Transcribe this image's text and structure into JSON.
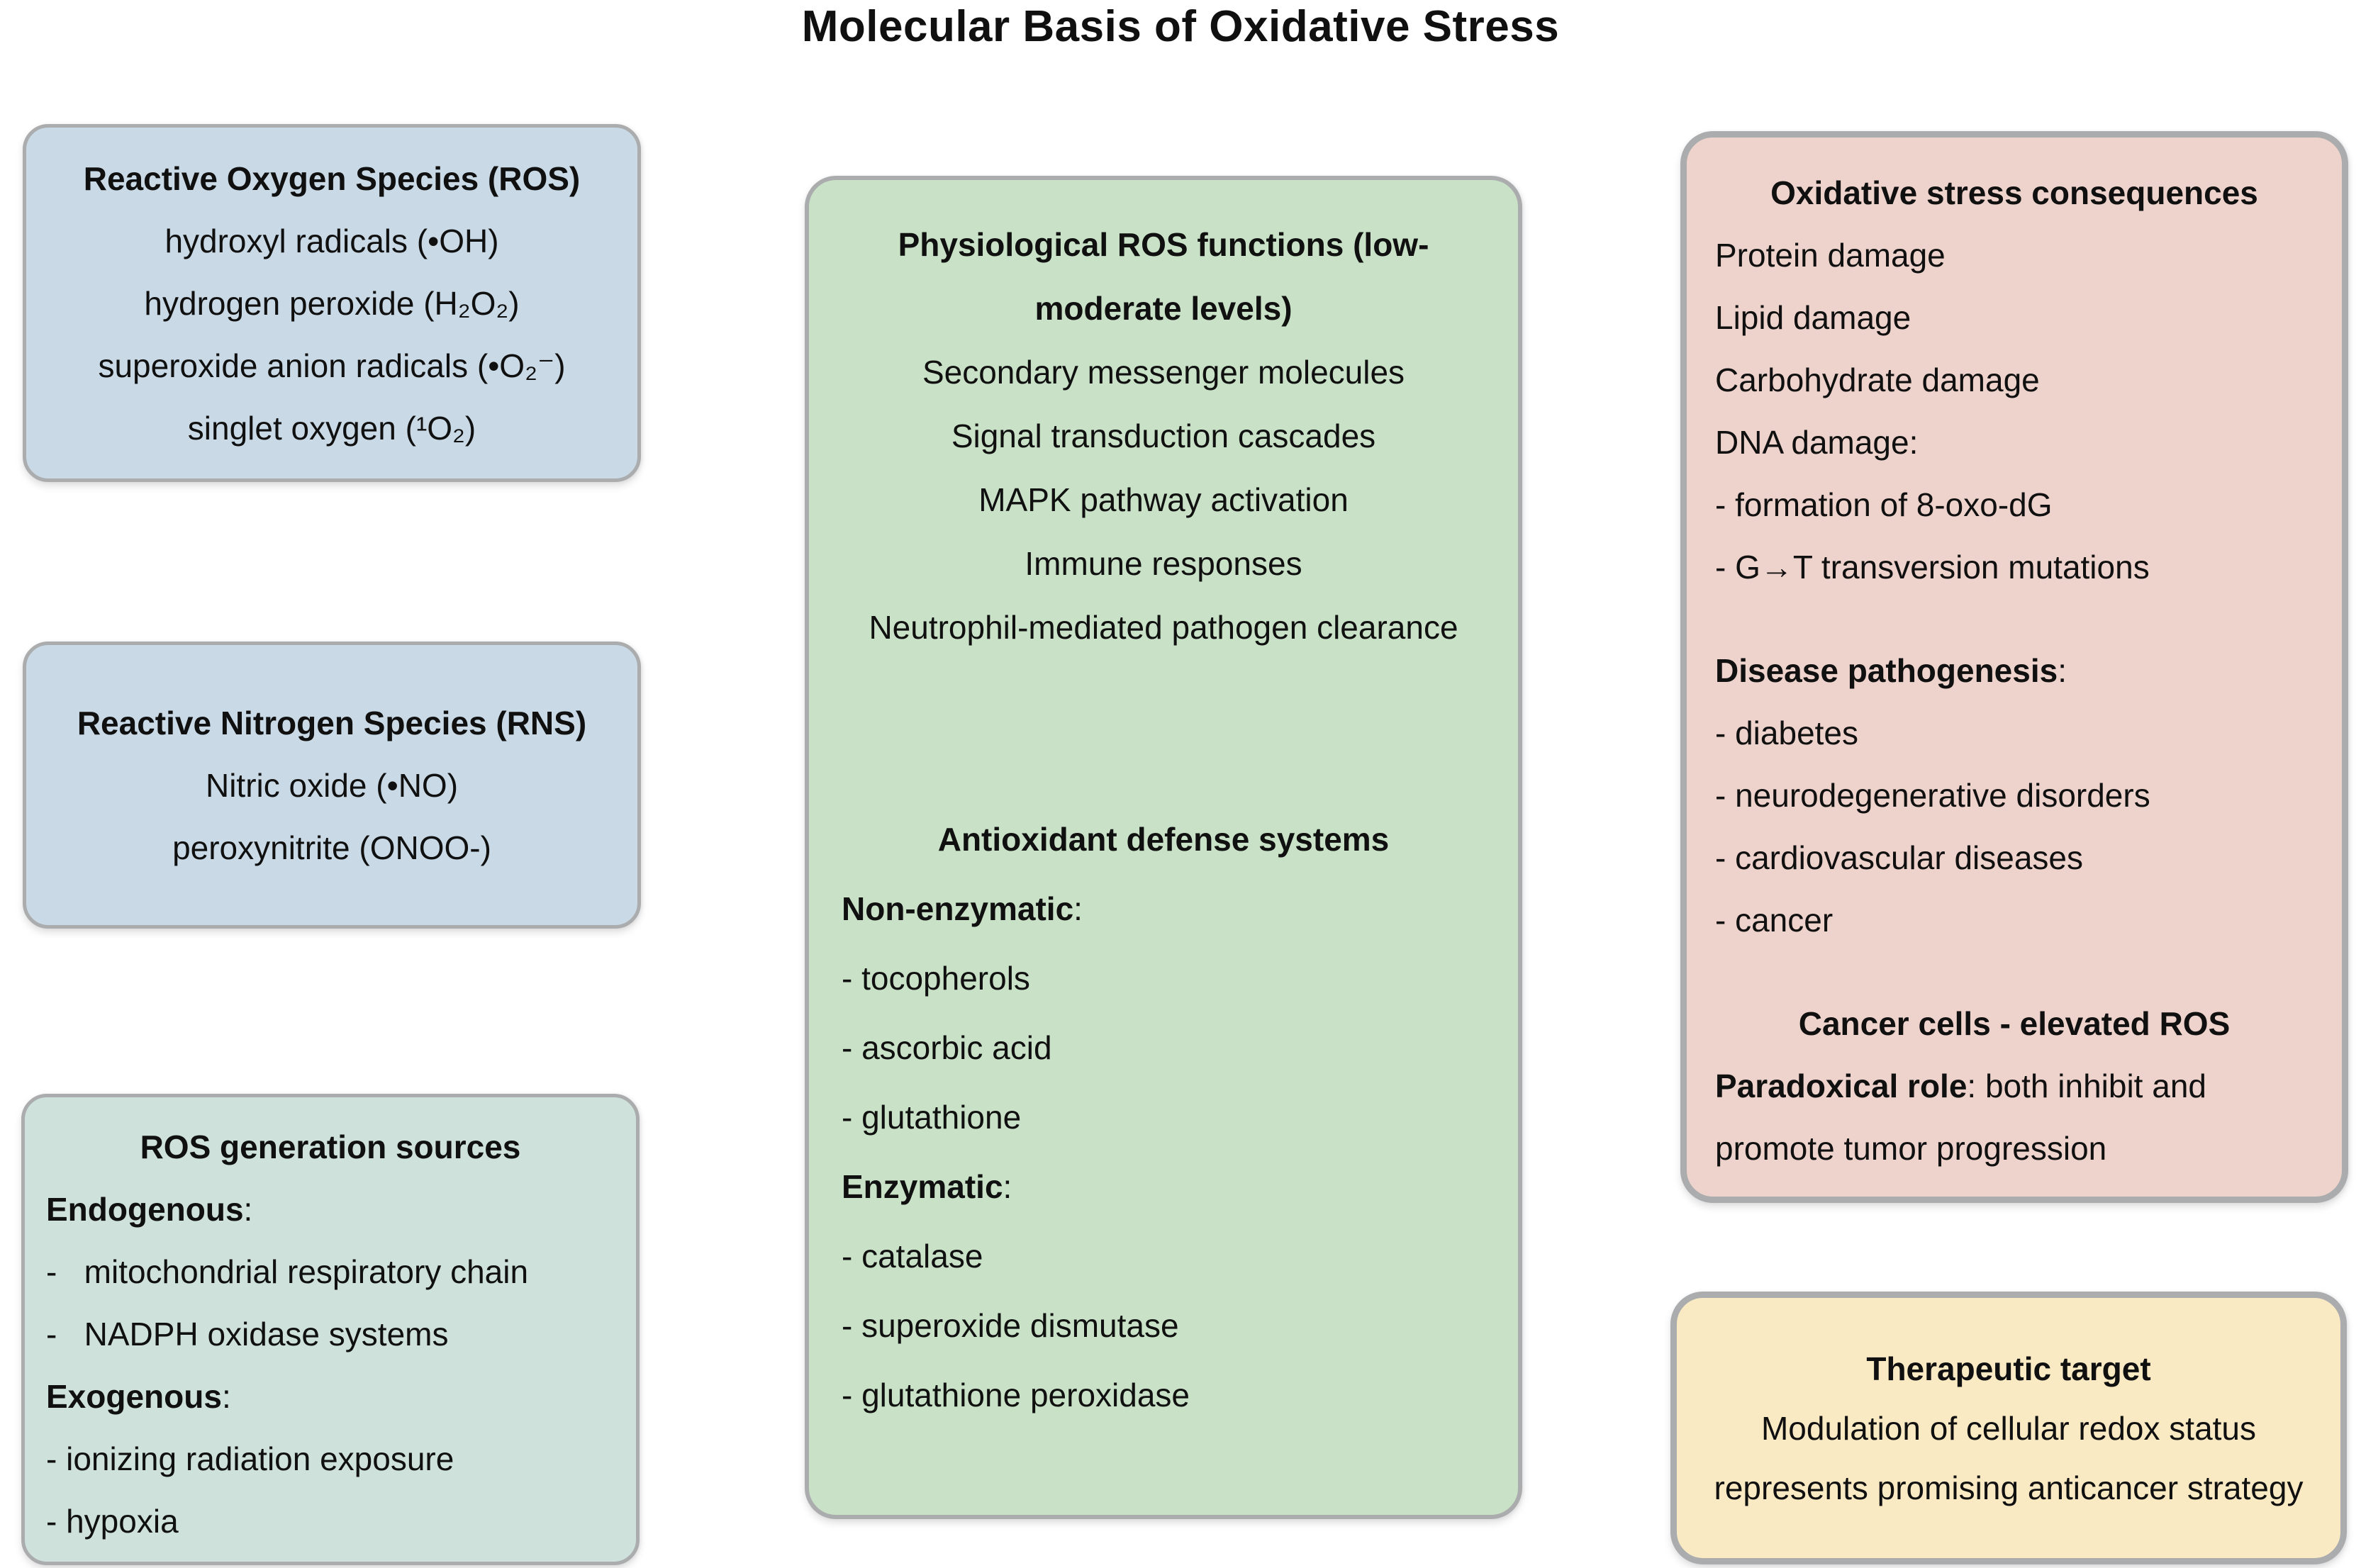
{
  "title": "Molecular Basis of Oxidative Stress",
  "colors": {
    "page_background": "#ffffff",
    "text": "#101010",
    "box_border": "#abacad",
    "blue": "#c9dae6",
    "teal": "#cee1db",
    "green": "#c9e2c7",
    "pink": "#eed3cc",
    "yellow": "#faeac4"
  },
  "boxes": {
    "ros": {
      "color": "#c9dae6",
      "sections": [
        {
          "lines": [
            {
              "align": "center",
              "bold": true,
              "text": "Reactive Oxygen Species (ROS)"
            },
            {
              "align": "center",
              "bold": false,
              "text": "hydroxyl radicals (•OH)"
            },
            {
              "align": "center",
              "bold": false,
              "text": "hydrogen peroxide (H₂O₂)"
            },
            {
              "align": "center",
              "bold": false,
              "text": "superoxide anion radicals (•O₂⁻)"
            },
            {
              "align": "center",
              "bold": false,
              "text": "singlet oxygen (¹O₂)"
            }
          ]
        }
      ]
    },
    "rns": {
      "color": "#c9dae6",
      "sections": [
        {
          "lines": [
            {
              "align": "center",
              "bold": true,
              "text": "Reactive Nitrogen Species (RNS)"
            },
            {
              "align": "center",
              "bold": false,
              "text": "Nitric oxide (•NO)"
            },
            {
              "align": "center",
              "bold": false,
              "text": "peroxynitrite (ONOO-)"
            }
          ]
        }
      ]
    },
    "sources": {
      "color": "#cee1db",
      "sections": [
        {
          "lines": [
            {
              "align": "center",
              "bold": true,
              "text": "ROS generation sources"
            },
            {
              "align": "left",
              "spans": [
                {
                  "text": "Endogenous",
                  "bold": true
                },
                {
                  "text": ":",
                  "bold": false
                }
              ]
            },
            {
              "align": "left",
              "bold": false,
              "text": "-   mitochondrial respiratory chain"
            },
            {
              "align": "left",
              "bold": false,
              "text": "-   NADPH oxidase systems"
            },
            {
              "align": "left",
              "spans": [
                {
                  "text": "Exogenous",
                  "bold": true
                },
                {
                  "text": ":",
                  "bold": false
                }
              ]
            },
            {
              "align": "left",
              "bold": false,
              "text": "- ionizing radiation exposure"
            },
            {
              "align": "left",
              "bold": false,
              "text": "- hypoxia"
            }
          ]
        }
      ]
    },
    "functions": {
      "color": "#c9e2c7",
      "sections": [
        {
          "lines": [
            {
              "align": "center",
              "bold": true,
              "text": "Physiological ROS functions (low-moderate levels)"
            },
            {
              "align": "center",
              "bold": false,
              "text": "Secondary messenger molecules"
            },
            {
              "align": "center",
              "bold": false,
              "text": "Signal transduction cascades"
            },
            {
              "align": "center",
              "bold": false,
              "text": "MAPK pathway activation"
            },
            {
              "align": "center",
              "bold": false,
              "text": "Immune responses"
            },
            {
              "align": "center",
              "bold": false,
              "text": "Neutrophil-mediated pathogen clearance"
            }
          ]
        },
        {
          "lines": [
            {
              "align": "center",
              "bold": true,
              "text": "Antioxidant defense systems"
            },
            {
              "align": "left",
              "spans": [
                {
                  "text": "Non-enzymatic",
                  "bold": true
                },
                {
                  "text": ":",
                  "bold": false
                }
              ]
            },
            {
              "align": "left",
              "bold": false,
              "text": "- tocopherols"
            },
            {
              "align": "left",
              "bold": false,
              "text": "- ascorbic acid"
            },
            {
              "align": "left",
              "bold": false,
              "text": "- glutathione"
            },
            {
              "align": "left",
              "spans": [
                {
                  "text": "Enzymatic",
                  "bold": true
                },
                {
                  "text": ":",
                  "bold": false
                }
              ]
            },
            {
              "align": "left",
              "bold": false,
              "text": "- catalase"
            },
            {
              "align": "left",
              "bold": false,
              "text": "- superoxide dismutase"
            },
            {
              "align": "left",
              "bold": false,
              "text": "- glutathione peroxidase"
            }
          ]
        }
      ]
    },
    "consequences": {
      "color": "#eed3cc",
      "sections": [
        {
          "lines": [
            {
              "align": "center",
              "bold": true,
              "text": "Oxidative stress consequences"
            },
            {
              "align": "left",
              "bold": false,
              "text": "Protein damage"
            },
            {
              "align": "left",
              "bold": false,
              "text": "Lipid damage"
            },
            {
              "align": "left",
              "bold": false,
              "text": "Carbohydrate damage"
            },
            {
              "align": "left",
              "bold": false,
              "text": "DNA damage:"
            },
            {
              "align": "left",
              "bold": false,
              "text": "- formation of 8-oxo-dG"
            },
            {
              "align": "left",
              "bold": false,
              "text": "- G→T transversion mutations"
            }
          ]
        },
        {
          "lines": [
            {
              "align": "left",
              "spans": [
                {
                  "text": "Disease pathogenesis",
                  "bold": true
                },
                {
                  "text": ":",
                  "bold": false
                }
              ]
            },
            {
              "align": "left",
              "bold": false,
              "text": "- diabetes"
            },
            {
              "align": "left",
              "bold": false,
              "text": "- neurodegenerative disorders"
            },
            {
              "align": "left",
              "bold": false,
              "text": "- cardiovascular diseases"
            },
            {
              "align": "left",
              "bold": false,
              "text": "- cancer"
            }
          ]
        },
        {
          "lines": [
            {
              "align": "center",
              "bold": true,
              "text": "Cancer cells - elevated ROS"
            },
            {
              "align": "left",
              "spans": [
                {
                  "text": "Paradoxical role",
                  "bold": true
                },
                {
                  "text": ": both inhibit and promote tumor progression",
                  "bold": false
                }
              ]
            }
          ]
        }
      ]
    },
    "therapeutic": {
      "color": "#faeac4",
      "sections": [
        {
          "lines": [
            {
              "align": "center",
              "bold": true,
              "text": "Therapeutic target"
            },
            {
              "align": "center",
              "bold": false,
              "text": "Modulation of cellular redox status represents promising anticancer strategy"
            }
          ]
        }
      ]
    }
  }
}
